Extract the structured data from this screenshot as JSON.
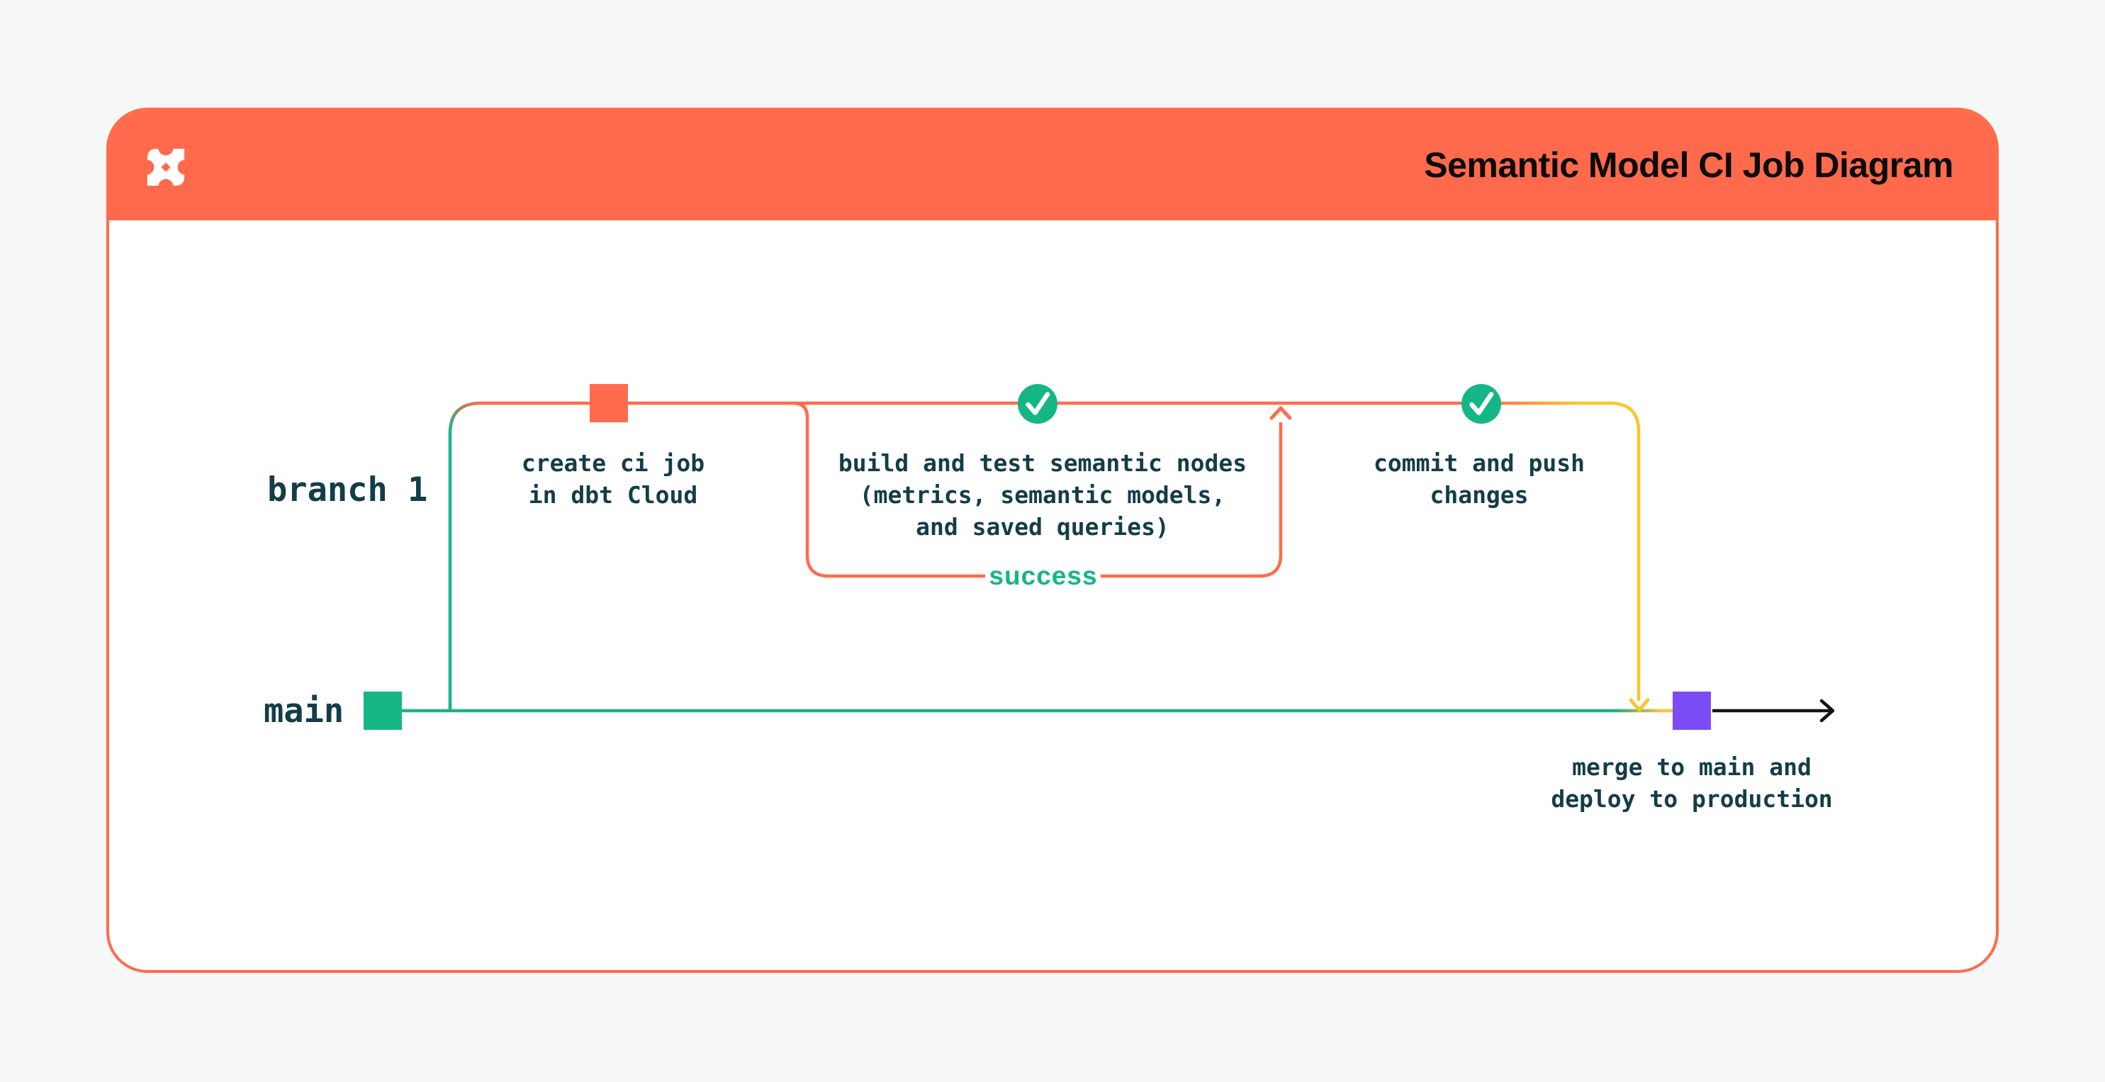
{
  "header": {
    "title": "Semantic Model CI Job Diagram",
    "logo_icon": "dbt-logo"
  },
  "branches": {
    "feature": {
      "label": "branch 1"
    },
    "main": {
      "label": "main"
    }
  },
  "steps": {
    "create_ci_job": {
      "lines": [
        "create ci job",
        "in dbt Cloud"
      ]
    },
    "build_test": {
      "lines": [
        "build and test semantic nodes",
        "(metrics, semantic models,",
        "and saved queries)"
      ]
    },
    "commit_push": {
      "lines": [
        "commit and push",
        "changes"
      ]
    },
    "merge_deploy": {
      "lines": [
        "merge to main and",
        "deploy to production"
      ]
    }
  },
  "loop": {
    "label": "success"
  },
  "colors": {
    "page_background": "#F6F7F7",
    "card_background": "#FFFFFF",
    "header_background": "#FF6A4C",
    "accent_orange": "#FF6B4C",
    "accent_green": "#15B685",
    "accent_yellow": "#FFC42D",
    "accent_purple": "#7B4CF6",
    "text_dark_teal": "#133D47",
    "title_black": "#0B0B0B",
    "arrow_black": "#141414"
  }
}
